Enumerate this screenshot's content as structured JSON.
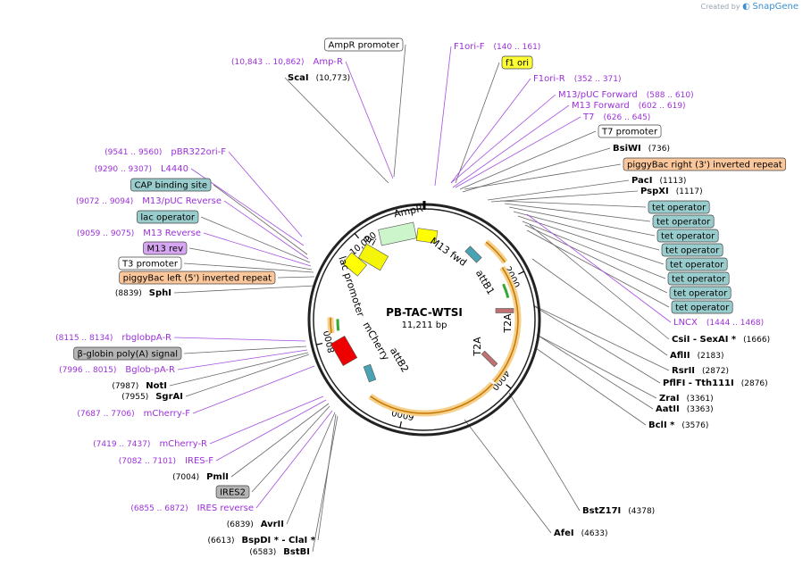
{
  "credit": {
    "prefix": "Created by",
    "brand": "SnapGene"
  },
  "plasmid": {
    "name": "PB-TAC-WTSI",
    "length": "11,211 bp"
  },
  "ticks": [
    "2000",
    "4000",
    "6000",
    "8000",
    "10,000"
  ],
  "features": [
    {
      "label": "ori",
      "color": "#f5f50a"
    },
    {
      "label": "AmpR",
      "color": "#ccf5cc"
    },
    {
      "label": "lac promoter",
      "color": "#ffff00"
    },
    {
      "label": "M13 fwd",
      "color": "#ffff00"
    },
    {
      "label": "attB1",
      "color": "#4aa3b5"
    },
    {
      "label": "T2A",
      "color": "#c07070"
    },
    {
      "label": "T2A",
      "color": "#c07070"
    },
    {
      "label": "mCherry",
      "color": "#ee0000"
    },
    {
      "label": "attB2",
      "color": "#4aa3b5"
    }
  ],
  "labels": [
    {
      "kind": "box",
      "text": "AmpR promoter",
      "bg": "#ffffff"
    },
    {
      "kind": "primer",
      "text": "Amp-R",
      "range": "(10,843 .. 10,862)"
    },
    {
      "kind": "site",
      "text": "ScaI",
      "pos": "(10,773)"
    },
    {
      "kind": "primer",
      "text": "F1ori-F",
      "range": "(140 .. 161)"
    },
    {
      "kind": "box",
      "text": "f1 ori",
      "bg": "#ffff33"
    },
    {
      "kind": "primer",
      "text": "F1ori-R",
      "range": "(352 .. 371)"
    },
    {
      "kind": "primer",
      "text": "M13/pUC Forward",
      "range": "(588 .. 610)"
    },
    {
      "kind": "primer",
      "text": "M13 Forward",
      "range": "(602 .. 619)"
    },
    {
      "kind": "primer",
      "text": "T7",
      "range": "(626 .. 645)"
    },
    {
      "kind": "box",
      "text": "T7 promoter",
      "bg": "#ffffff"
    },
    {
      "kind": "site",
      "text": "BsiWI",
      "pos": "(736)"
    },
    {
      "kind": "box",
      "text": "piggyBac right (3') inverted repeat",
      "bg": "#fbc69a"
    },
    {
      "kind": "site",
      "text": "PacI",
      "pos": "(1113)"
    },
    {
      "kind": "site",
      "text": "PspXI",
      "pos": "(1117)"
    },
    {
      "kind": "box",
      "text": "tet operator",
      "bg": "#99cccc"
    },
    {
      "kind": "box",
      "text": "tet operator",
      "bg": "#99cccc"
    },
    {
      "kind": "box",
      "text": "tet operator",
      "bg": "#99cccc"
    },
    {
      "kind": "box",
      "text": "tet operator",
      "bg": "#99cccc"
    },
    {
      "kind": "box",
      "text": "tet operator",
      "bg": "#99cccc"
    },
    {
      "kind": "box",
      "text": "tet operator",
      "bg": "#99cccc"
    },
    {
      "kind": "box",
      "text": "tet operator",
      "bg": "#99cccc"
    },
    {
      "kind": "box",
      "text": "tet operator",
      "bg": "#99cccc"
    },
    {
      "kind": "primer",
      "text": "LNCX",
      "range": "(1444 .. 1468)"
    },
    {
      "kind": "site",
      "text": "CsiI  - SexAI *",
      "pos": "(1666)"
    },
    {
      "kind": "site",
      "text": "AflII",
      "pos": "(2183)"
    },
    {
      "kind": "site",
      "text": "RsrII",
      "pos": "(2872)"
    },
    {
      "kind": "site",
      "text": "PflFI  - Tth111I",
      "pos": "(2876)"
    },
    {
      "kind": "site",
      "text": "ZraI",
      "pos": "(3361)"
    },
    {
      "kind": "site",
      "text": "AatII",
      "pos": "(3363)"
    },
    {
      "kind": "site",
      "text": "BclI *",
      "pos": "(3576)"
    },
    {
      "kind": "site",
      "text": "BstZ17I",
      "pos": "(4378)"
    },
    {
      "kind": "site",
      "text": "AfeI",
      "pos": "(4633)"
    },
    {
      "kind": "primer",
      "text": "pBR322ori-F",
      "range": "(9541 .. 9560)"
    },
    {
      "kind": "primer",
      "text": "L4440",
      "range": "(9290 .. 9307)"
    },
    {
      "kind": "box",
      "text": "CAP binding site",
      "bg": "#99cccc"
    },
    {
      "kind": "primer",
      "text": "M13/pUC Reverse",
      "range": "(9072 .. 9094)"
    },
    {
      "kind": "box",
      "text": "lac operator",
      "bg": "#99cccc"
    },
    {
      "kind": "primer",
      "text": "M13 Reverse",
      "range": "(9059 .. 9075)"
    },
    {
      "kind": "box",
      "text": "M13 rev",
      "bg": "#d7a6f2"
    },
    {
      "kind": "box",
      "text": "T3 promoter",
      "bg": "#ffffff"
    },
    {
      "kind": "box",
      "text": "piggyBac left (5') inverted repeat",
      "bg": "#fbc69a"
    },
    {
      "kind": "site",
      "text": "SphI",
      "pos": "(8839)"
    },
    {
      "kind": "primer",
      "text": "rbglobpA-R",
      "range": "(8115 .. 8134)"
    },
    {
      "kind": "box",
      "text": "β-globin poly(A) signal",
      "bg": "#b4b4b4"
    },
    {
      "kind": "primer",
      "text": "Bglob-pA-R",
      "range": "(7996 .. 8015)"
    },
    {
      "kind": "site",
      "text": "NotI",
      "pos": "(7987)"
    },
    {
      "kind": "site",
      "text": "SgrAI",
      "pos": "(7955)"
    },
    {
      "kind": "primer",
      "text": "mCherry-F",
      "range": "(7687 .. 7706)"
    },
    {
      "kind": "primer",
      "text": "mCherry-R",
      "range": "(7419 .. 7437)"
    },
    {
      "kind": "primer",
      "text": "IRES-F",
      "range": "(7082 .. 7101)"
    },
    {
      "kind": "site",
      "text": "PmlI",
      "pos": "(7004)"
    },
    {
      "kind": "box",
      "text": "IRES2",
      "bg": "#b4b4b4"
    },
    {
      "kind": "primer",
      "text": "IRES reverse",
      "range": "(6855 .. 6872)"
    },
    {
      "kind": "site",
      "text": "AvrII",
      "pos": "(6839)"
    },
    {
      "kind": "site",
      "text": "BspDI *  - ClaI *",
      "pos": "(6613)"
    },
    {
      "kind": "site",
      "text": "BstBI",
      "pos": "(6583)"
    }
  ],
  "colors": {
    "primer": "#9b30d9",
    "site": "#000000",
    "lines": "#555555",
    "backbone": "#222222",
    "highlight": "#f5d08a"
  }
}
